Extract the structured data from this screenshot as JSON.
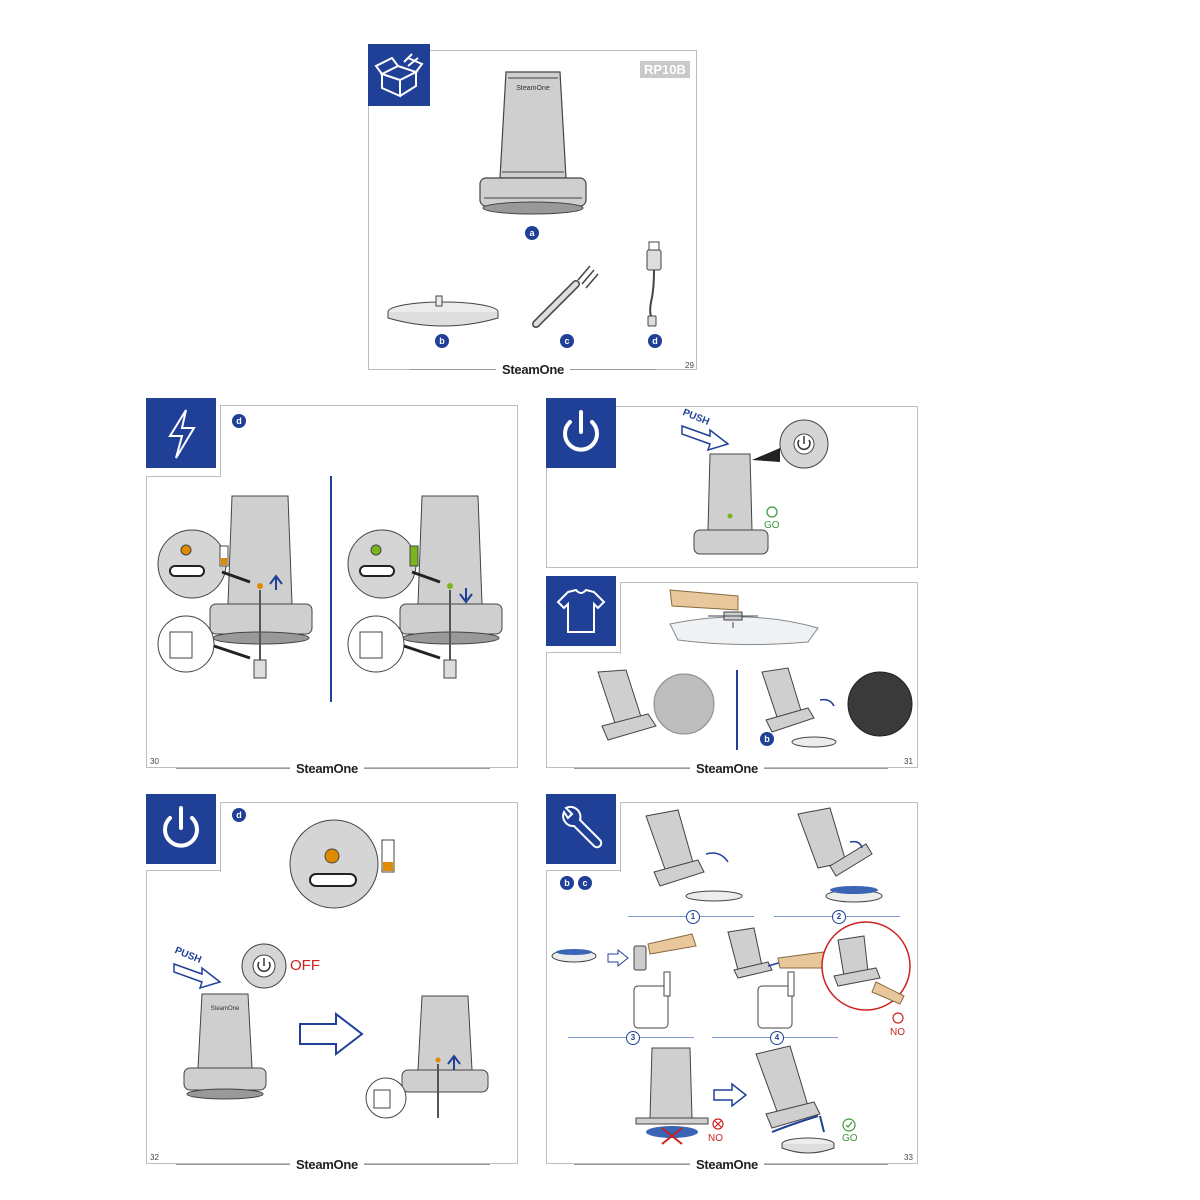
{
  "brand": "SteamOne",
  "colors": {
    "accent": "#1f4096",
    "ok": "#3a9a3a",
    "warn": "#e08a00",
    "no": "#cc2222"
  },
  "page29": {
    "model": "RP10B",
    "page_number": "29",
    "parts": [
      "a",
      "b",
      "c",
      "d"
    ],
    "icon": "unbox-icon"
  },
  "page30": {
    "page_number": "30",
    "badge": "d",
    "icon": "lightning-icon"
  },
  "page30b": {
    "icon": "power-icon",
    "push": "PUSH",
    "go": "GO"
  },
  "page31": {
    "page_number": "31",
    "badge": "b",
    "icon": "tshirt-icon"
  },
  "page32": {
    "page_number": "32",
    "badge": "d",
    "icon": "power-icon",
    "push": "PUSH",
    "off": "OFF"
  },
  "page33": {
    "page_number": "33",
    "badges": [
      "b",
      "c"
    ],
    "icon": "wrench-icon",
    "steps": [
      "1",
      "2",
      "3",
      "4"
    ],
    "no": "NO",
    "go": "GO"
  }
}
